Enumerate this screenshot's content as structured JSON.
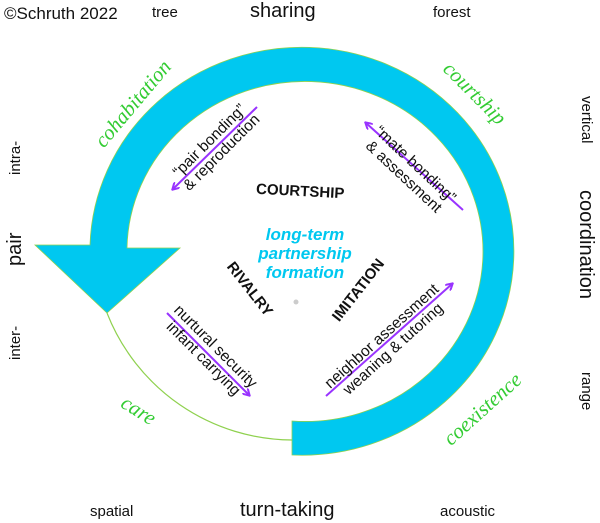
{
  "copyright": "©Schruth 2022",
  "top": {
    "left": "tree",
    "center": "sharing",
    "right": "forest"
  },
  "right_side": {
    "top": "vertical",
    "center": "coordination",
    "bottom": "range"
  },
  "left_side": {
    "top": "intra-",
    "center": "pair",
    "bottom": "inter-"
  },
  "bottom": {
    "left": "spatial",
    "center": "turn-taking",
    "right": "acoustic"
  },
  "phases": {
    "cohabitation": "cohabitation",
    "courtship": "courtship",
    "care": "care",
    "coexistence": "coexistence"
  },
  "quadrants": {
    "courtship": "COURTSHIP",
    "rivalry": "RIVALRY",
    "imitation": "IMITATION"
  },
  "center": [
    "long-term",
    "partnership",
    "formation"
  ],
  "arrows": {
    "pair_bonding": [
      "“pair bonding”",
      "& reproduction"
    ],
    "mate_bonding": [
      "“mate bonding”",
      "& assessment"
    ],
    "nurtural": [
      "nurtural security",
      "infant carrying"
    ],
    "neighbor": [
      "neighbor assessment",
      "weaning & tutoring"
    ]
  },
  "colors": {
    "cycle": "#00c8f0",
    "phase_text": "#33cc33",
    "arrow": "#9933ff",
    "outline": "#8fd14f"
  }
}
